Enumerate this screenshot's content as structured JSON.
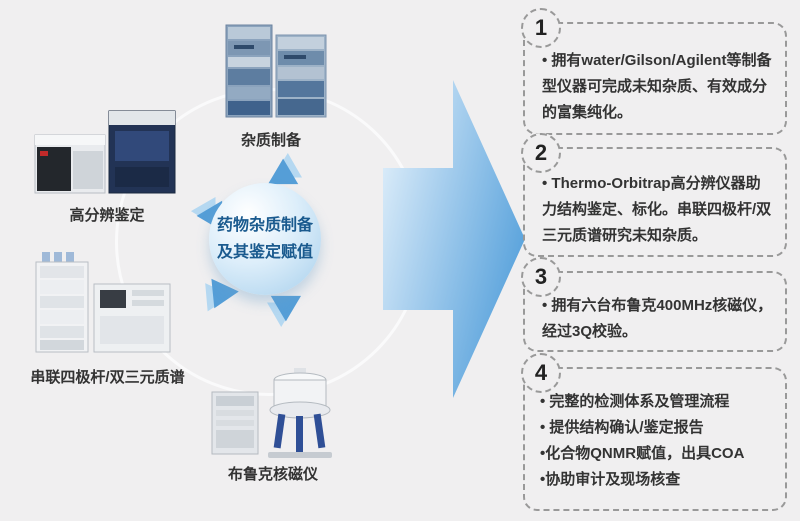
{
  "colors": {
    "background": "#f0eff0",
    "arrow_blue": "#5aa3dc",
    "center_circle_blue": "#a6cfec",
    "center_text_blue": "#1a5a8e",
    "panel_border_gray": "#999999",
    "body_text": "#333333"
  },
  "diagram": {
    "center_label_line1": "药物杂质制备",
    "center_label_line2": "及其鉴定赋值",
    "nodes": {
      "top": {
        "label": "杂质制备"
      },
      "left": {
        "label": "高分辨鉴定"
      },
      "bottom_left": {
        "label": "串联四极杆/双三元质谱"
      },
      "bottom": {
        "label": "布鲁克核磁仪"
      }
    }
  },
  "panels": [
    {
      "number": "1",
      "items": [
        "•  拥有water/Gilson/Agilent等制备型仪器可完成未知杂质、有效成分的富集纯化。"
      ]
    },
    {
      "number": "2",
      "items": [
        "•  Thermo-Orbitrap高分辨仪器助力结构鉴定、标化。串联四极杆/双三元质谱研究未知杂质。"
      ]
    },
    {
      "number": "3",
      "items": [
        "•  拥有六台布鲁克400MHz核磁仪，经过3Q校验。"
      ]
    },
    {
      "number": "4",
      "items": [
        "•  完整的检测体系及管理流程",
        "•  提供结构确认/鉴定报告",
        "•化合物QNMR赋值，出具COA",
        "•协助审计及现场核查"
      ]
    }
  ]
}
